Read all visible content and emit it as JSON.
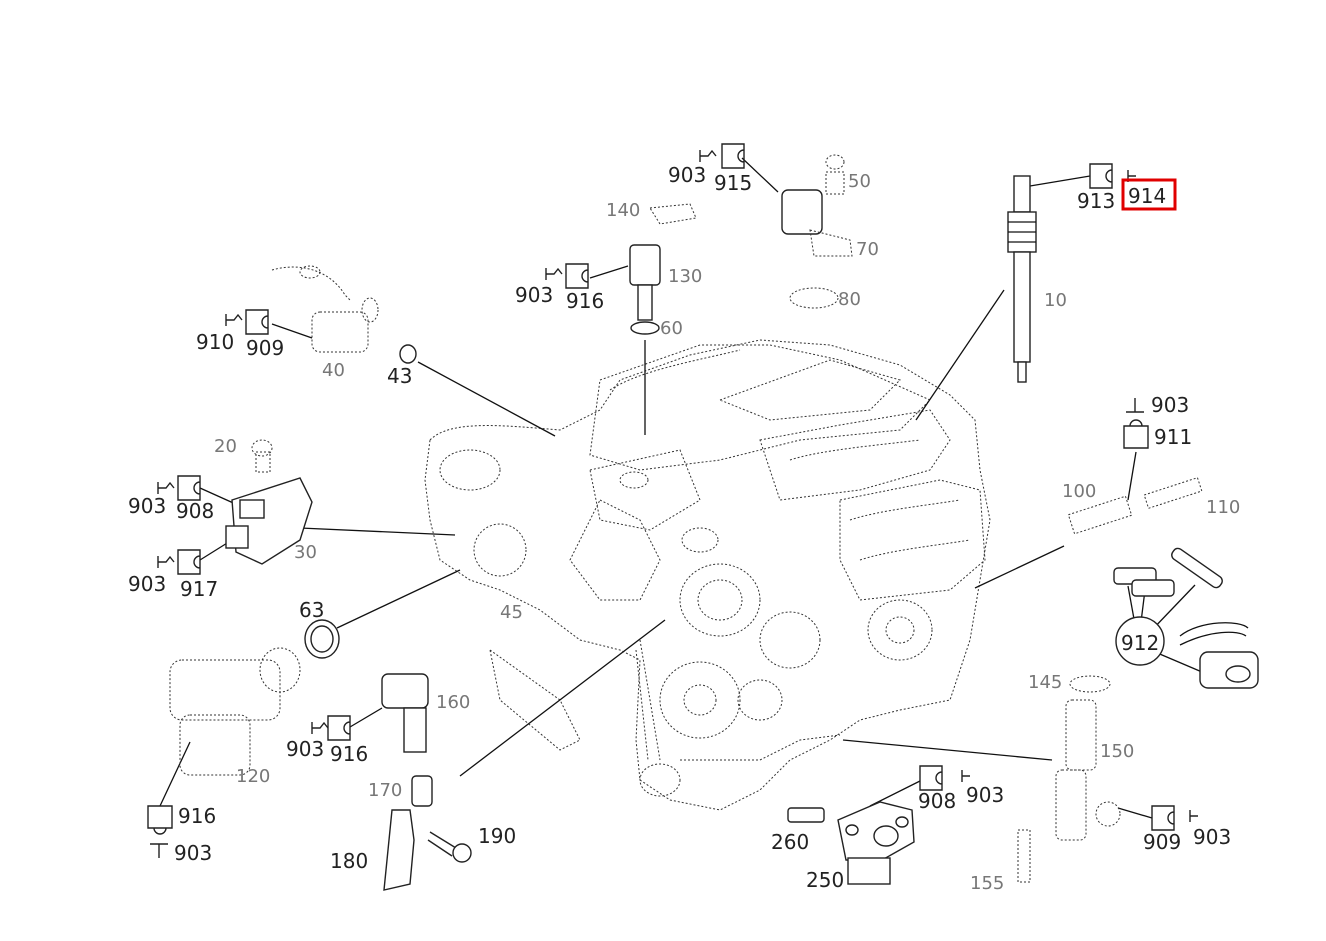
{
  "callouts": {
    "c903a": "903",
    "c915": "915",
    "c50": "50",
    "c913": "913",
    "c914": "914",
    "c10": "10",
    "c140": "140",
    "c903b": "903",
    "c916a": "916",
    "c130": "130",
    "c60": "60",
    "c70": "70",
    "c80": "80",
    "c910": "910",
    "c909a": "909",
    "c40": "40",
    "c43": "43",
    "c903c": "903",
    "c911": "911",
    "c20": "20",
    "c903d": "903",
    "c908a": "908",
    "c903e": "903",
    "c917": "917",
    "c30": "30",
    "c100": "100",
    "c110": "110",
    "c912": "912",
    "c63": "63",
    "c145": "145",
    "c150": "150",
    "c160": "160",
    "c903f": "903",
    "c916b": "916",
    "c170": "170",
    "c916c": "916",
    "c903g": "903",
    "c180": "180",
    "c190": "190",
    "c908b": "908",
    "c903h": "903",
    "c260": "260",
    "c250": "250",
    "c909b": "909",
    "c903i": "903",
    "c155": "155",
    "c45": "45",
    "c120": "120"
  },
  "highlight": {
    "label": "914",
    "color": "#e00000"
  }
}
